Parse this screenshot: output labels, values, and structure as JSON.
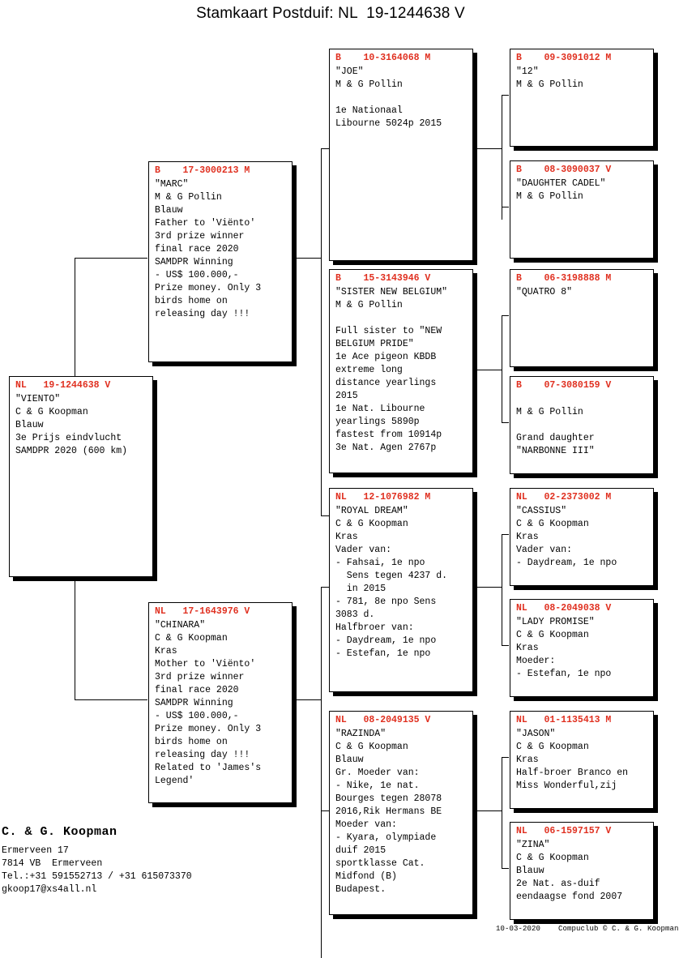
{
  "title": "Stamkaart Postduif: NL  19-1244638 V",
  "subject": {
    "ring": "NL   19-1244638 V",
    "body": "\"VIENTO\"\nC & G Koopman\nBlauw\n3e Prijs eindvlucht\nSAMDPR 2020 (600 km)"
  },
  "generation2": {
    "sire": {
      "ring": "B    17-3000213 M",
      "body": "\"MARC\"\nM & G Pollin\nBlauw\nFather to 'Viënto'\n3rd prize winner\nfinal race 2020\nSAMDPR Winning\n- US$ 100.000,-\nPrize money. Only 3\nbirds home on\nreleasing day !!!"
    },
    "dam": {
      "ring": "NL   17-1643976 V",
      "body": "\"CHINARA\"\nC & G Koopman\nKras\nMother to 'Viënto'\n3rd prize winner\nfinal race 2020\nSAMDPR Winning\n- US$ 100.000,-\nPrize money. Only 3\nbirds home on\nreleasing day !!!\nRelated to 'James's\nLegend'"
    }
  },
  "generation3": {
    "sire_sire": {
      "ring": "B    10-3164068 M",
      "body": "\"JOE\"\nM & G Pollin\n\n1e Nationaal\nLibourne 5024p 2015"
    },
    "sire_dam": {
      "ring": "B    15-3143946 V",
      "body": "\"SISTER NEW BELGIUM\"\nM & G Pollin\n\nFull sister to \"NEW\nBELGIUM PRIDE\"\n1e Ace pigeon KBDB\nextreme long\ndistance yearlings\n2015\n1e Nat. Libourne\nyearlings 5890p\nfastest from 10914p\n3e Nat. Agen 2767p"
    },
    "dam_sire": {
      "ring": "NL   12-1076982 M",
      "body": "\"ROYAL DREAM\"\nC & G Koopman\nKras\nVader van:\n- Fahsai, 1e npo\n  Sens tegen 4237 d.\n  in 2015\n- 781, 8e npo Sens\n3083 d.\nHalfbroer van:\n- Daydream, 1e npo\n- Estefan, 1e npo"
    },
    "dam_dam": {
      "ring": "NL   08-2049135 V",
      "body": "\"RAZINDA\"\nC & G Koopman\nBlauw\nGr. Moeder van:\n- Nike, 1e nat.\nBourges tegen 28078\n2016,Rik Hermans BE\nMoeder van:\n- Kyara, olympiade\nduif 2015\nsportklasse Cat.\nMidfond (B)\nBudapest."
    }
  },
  "generation4": {
    "ss_sire": {
      "ring": "B    09-3091012 M",
      "body": "\"12\"\nM & G Pollin"
    },
    "ss_dam": {
      "ring": "B    08-3090037 V",
      "body": "\"DAUGHTER CADEL\"\nM & G Pollin"
    },
    "sd_sire": {
      "ring": "B    06-3198888 M",
      "body": "\"QUATRO 8\""
    },
    "sd_dam": {
      "ring": "B    07-3080159 V",
      "body": "\nM & G Pollin\n\nGrand daughter\n\"NARBONNE III\""
    },
    "ds_sire": {
      "ring": "NL   02-2373002 M",
      "body": "\"CASSIUS\"\nC & G Koopman\nKras\nVader van:\n- Daydream, 1e npo"
    },
    "ds_dam": {
      "ring": "NL   08-2049038 V",
      "body": "\"LADY PROMISE\"\nC & G Koopman\nKras\nMoeder:\n- Estefan, 1e npo"
    },
    "dd_sire": {
      "ring": "NL   01-1135413 M",
      "body": "\"JASON\"\nC & G Koopman\nKras\nHalf-broer Branco en\nMiss Wonderful,zij"
    },
    "dd_dam": {
      "ring": "NL   06-1597157 V",
      "body": "\"ZINA\"\nC & G Koopman\nBlauw\n2e Nat. as-duif\neendaagse fond 2007"
    }
  },
  "footer": {
    "breeder_name": "C. & G. Koopman",
    "address": "Ermerveen 17\n7814 VB  Ermerveen\nTel.:+31 591552713 / +31 615073370\ngkoop17@xs4all.nl",
    "copyright": "10-03-2020    Compuclub © C. & G. Koopman"
  },
  "colors": {
    "ring_red": "#e03020",
    "text_black": "#000000",
    "background": "#ffffff"
  }
}
